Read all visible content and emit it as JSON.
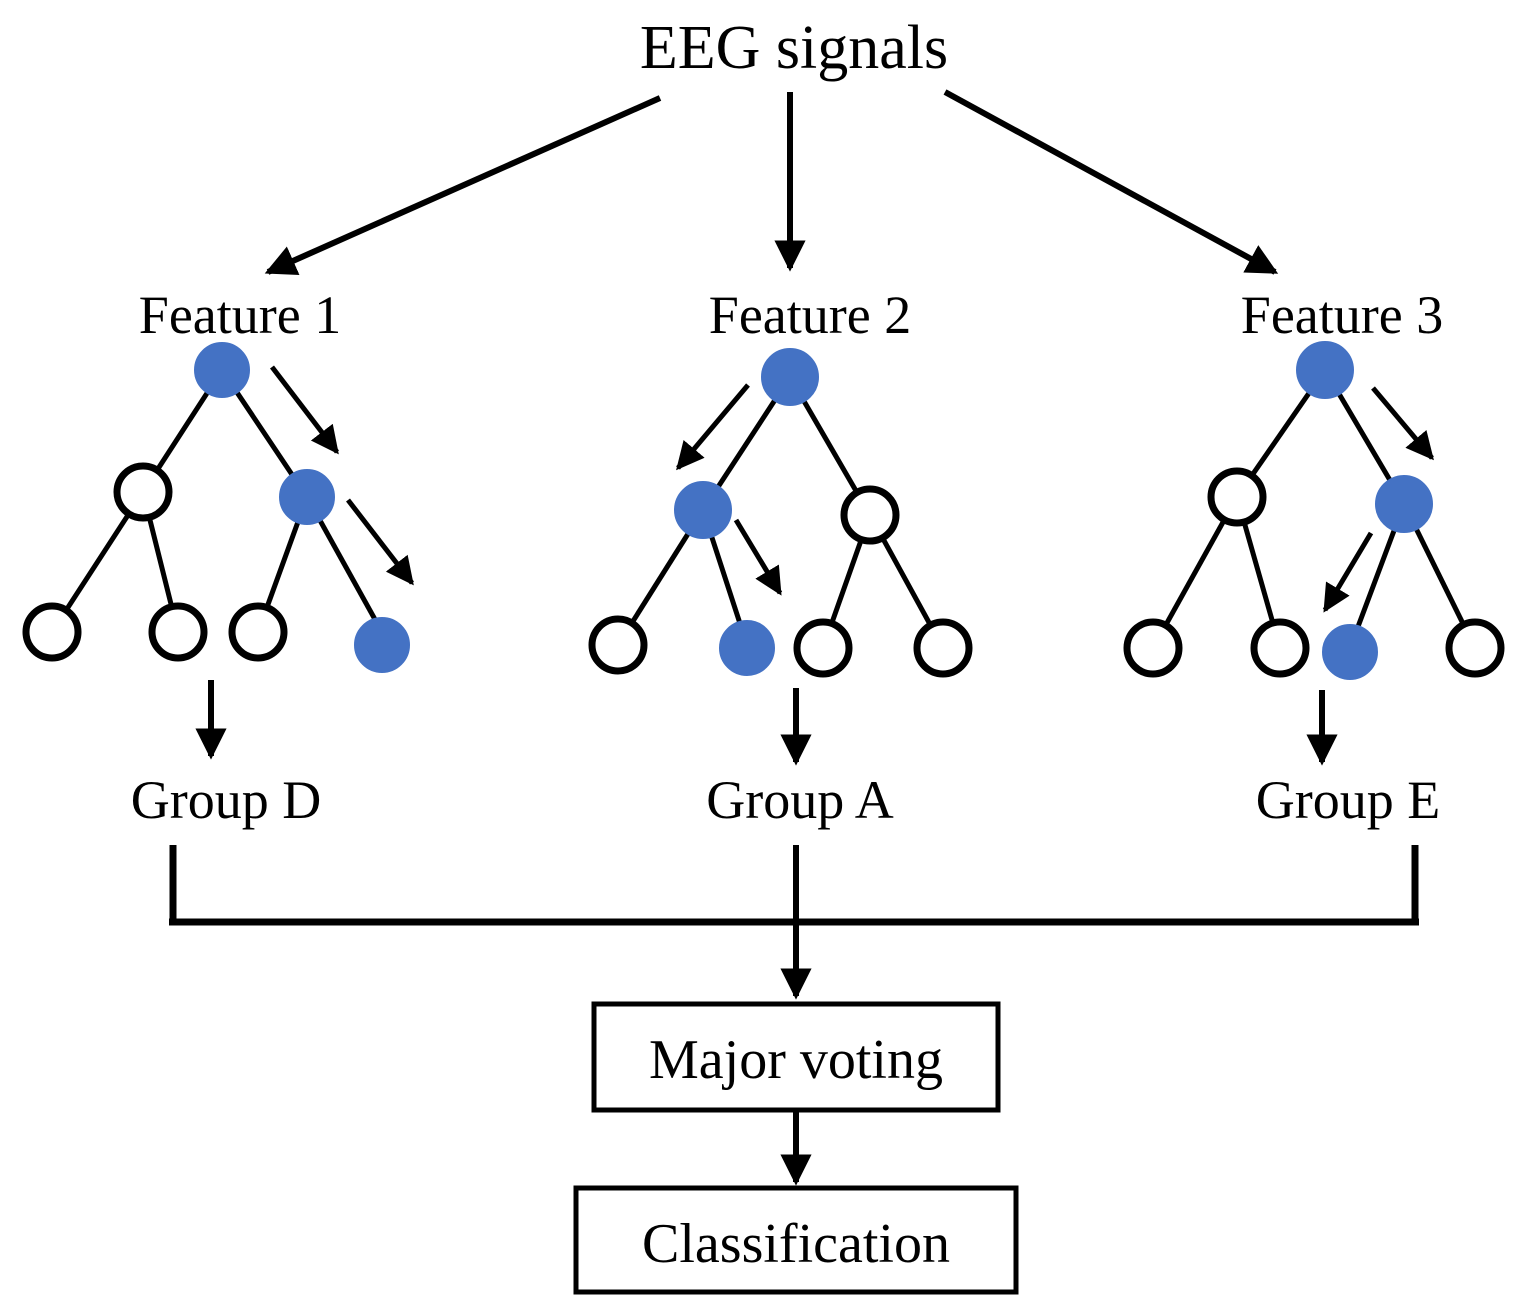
{
  "figure": {
    "type": "flowchart-diagram",
    "title": "EEG signals",
    "colors": {
      "selected_node": "#4472C4",
      "unselected_node": "#FFFFFF",
      "stroke": "#000000",
      "background": "#FFFFFF"
    }
  },
  "root": {
    "label": "EEG signals"
  },
  "branches": [
    {
      "feature_label": "Feature 1",
      "group_label": "Group D",
      "nodes": {
        "root": "selected",
        "level2": [
          "unselected",
          "selected"
        ],
        "leaves": [
          "unselected",
          "unselected",
          "unselected",
          "selected"
        ]
      },
      "decision_path": [
        "root",
        "right-child",
        "right-leaf"
      ]
    },
    {
      "feature_label": "Feature 2",
      "group_label": "Group A",
      "nodes": {
        "root": "selected",
        "level2": [
          "selected",
          "unselected"
        ],
        "leaves": [
          "unselected",
          "selected",
          "unselected",
          "unselected"
        ]
      },
      "decision_path": [
        "root",
        "left-child",
        "right-leaf-of-left-child"
      ]
    },
    {
      "feature_label": "Feature 3",
      "group_label": "Group E",
      "nodes": {
        "root": "selected",
        "level2": [
          "unselected",
          "selected"
        ],
        "leaves": [
          "unselected",
          "unselected",
          "selected",
          "unselected"
        ]
      },
      "decision_path": [
        "root",
        "right-child",
        "left-leaf-of-right-child"
      ]
    }
  ],
  "aggregation": {
    "voting_box_label": "Major voting",
    "classification_box_label": "Classification"
  },
  "icons": {
    "arrow": "arrow-down-icon",
    "tree_node": "circle-node-icon"
  }
}
